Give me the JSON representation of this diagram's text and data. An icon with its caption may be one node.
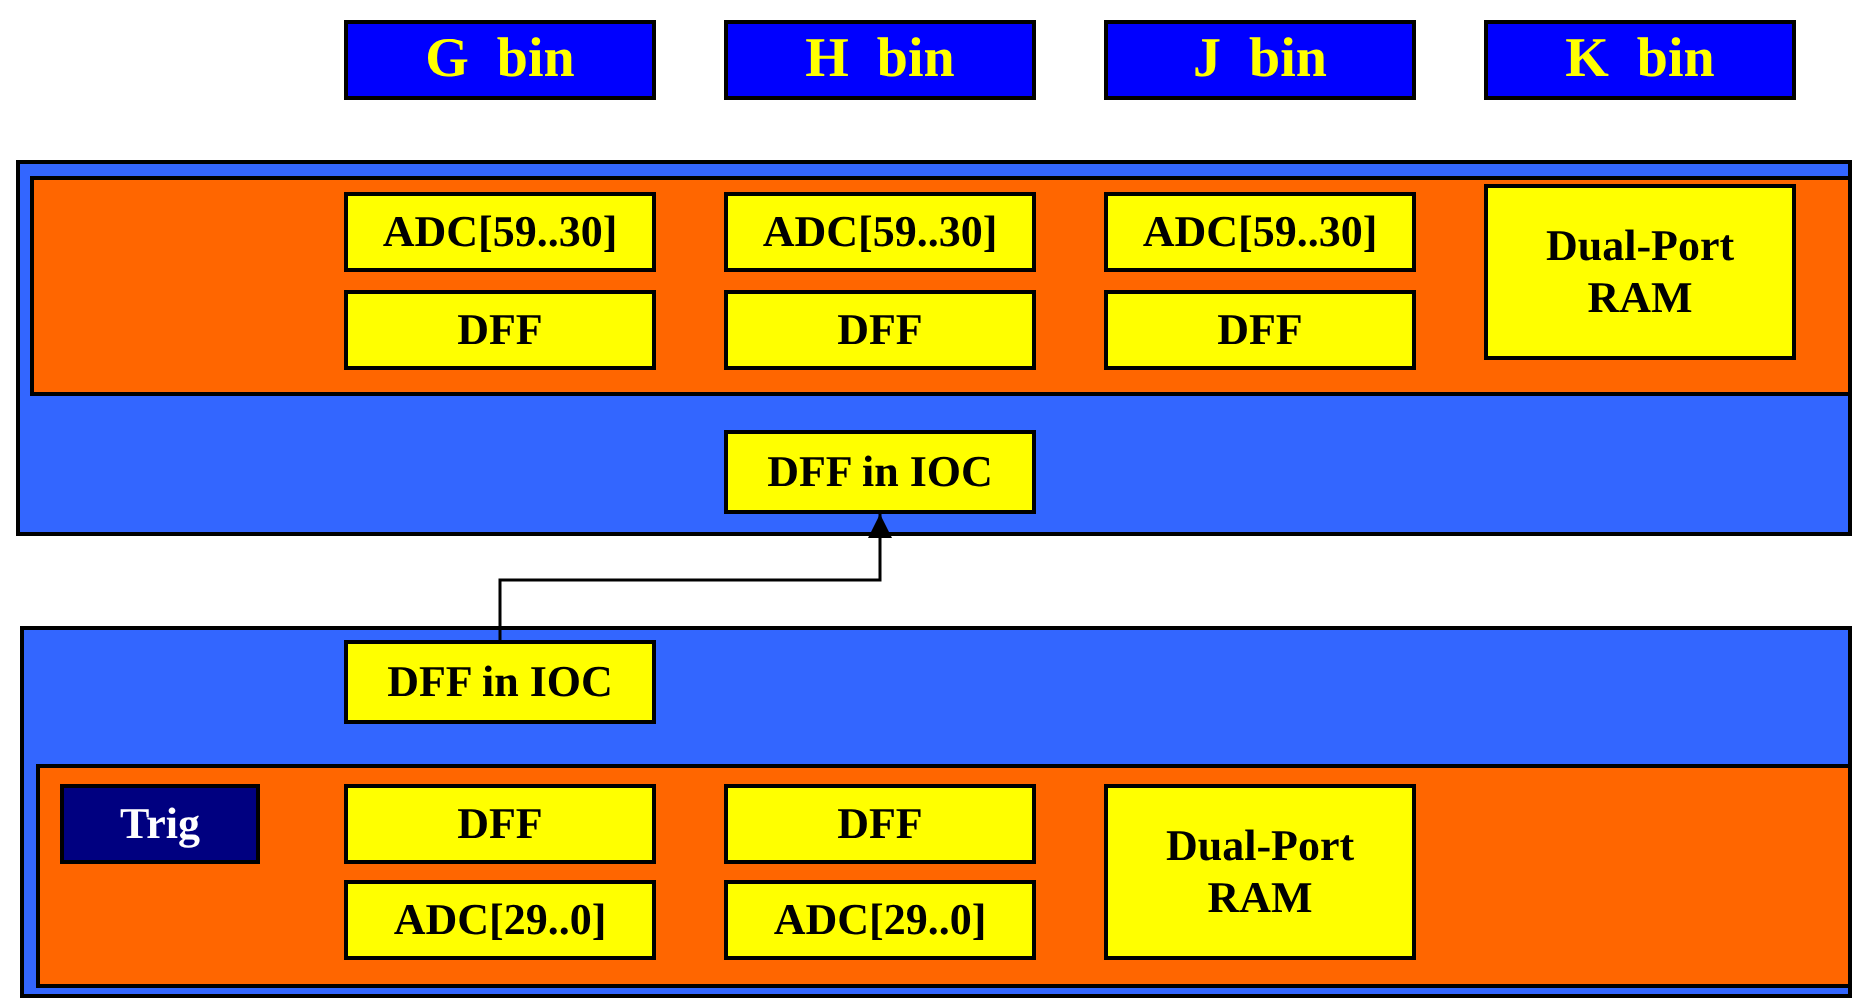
{
  "diagram": {
    "nodes": [
      {
        "text": [
          "G  bin"
        ]
      },
      {
        "text": [
          "H  bin"
        ]
      },
      {
        "text": [
          "J  bin"
        ]
      },
      {
        "text": [
          "K  bin"
        ]
      },
      {
        "text": [],
        "shape": "box"
      },
      {
        "text": [],
        "shape": "box",
        "in": 4
      },
      {
        "text": [
          "ADC[59..30]"
        ],
        "in": 5
      },
      {
        "text": [
          "DFF"
        ],
        "in": 5
      },
      {
        "text": [
          "ADC[59..30]"
        ],
        "in": 5
      },
      {
        "text": [
          "DFF"
        ],
        "in": 5
      },
      {
        "text": [
          "ADC[59..30]"
        ],
        "in": 5
      },
      {
        "text": [
          "DFF"
        ],
        "in": 5
      },
      {
        "text": [
          "Dual-Port RAM"
        ],
        "in": 5
      },
      {
        "text": [
          "DFF in IOC"
        ],
        "in": 4
      },
      {
        "text": [],
        "shape": "box"
      },
      {
        "text": [
          "DFF in IOC"
        ],
        "in": 14
      },
      {
        "text": [],
        "shape": "box",
        "in": 14
      },
      {
        "text": [
          "Trig"
        ],
        "in": 16
      },
      {
        "text": [
          "DFF"
        ],
        "in": 16
      },
      {
        "text": [
          "ADC[29..0]"
        ],
        "in": 16
      },
      {
        "text": [
          "DFF"
        ],
        "in": 16
      },
      {
        "text": [
          "ADC[29..0]"
        ],
        "in": 16
      },
      {
        "text": [
          "Dual-Port RAM"
        ],
        "in": 16
      }
    ],
    "edges": [
      {
        "from": 15,
        "to": 13,
        "arrow": "to"
      }
    ]
  }
}
